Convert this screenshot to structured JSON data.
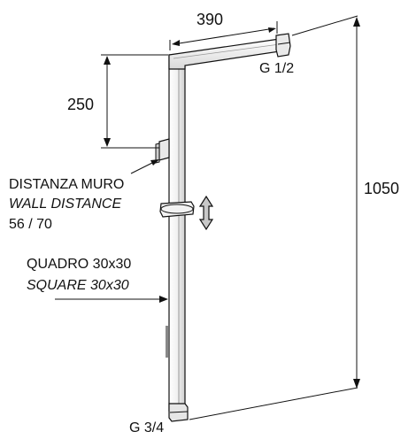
{
  "dimensions": {
    "top_width": "390",
    "upper_height": "250",
    "total_height": "1050"
  },
  "threads": {
    "top": "G 1/2",
    "bottom": "G 3/4"
  },
  "wall_distance": {
    "label_it": "DISTANZA  MURO",
    "label_en": "WALL DISTANCE",
    "value": "56 / 70"
  },
  "tube_section": {
    "label_it": "QUADRO 30x30",
    "label_en": "SQUARE 30x30"
  },
  "icons": [
    "double-arrow-icon"
  ],
  "colors": {
    "stroke": "#111111",
    "tube_shade": "#e6e6e6",
    "arrow_fill": "#c8c8c8"
  }
}
